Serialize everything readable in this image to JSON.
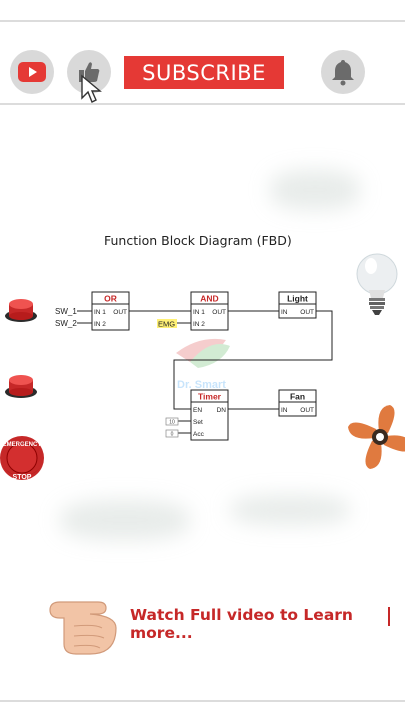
{
  "header": {
    "subscribe_label": "SUBSCRIBE",
    "icons": [
      "youtube-icon",
      "thumbs-up-icon",
      "cursor-icon",
      "bell-icon"
    ]
  },
  "diagram": {
    "title": "Function Block Diagram (FBD)",
    "inputs": {
      "sw1": "SW_1",
      "sw2": "SW_2",
      "emg": "EMG"
    },
    "blocks": {
      "or": {
        "title": "OR",
        "in1": "IN 1",
        "in2": "IN 2",
        "out": "OUT"
      },
      "and": {
        "title": "AND",
        "in1": "IN 1",
        "in2": "IN 2",
        "out": "OUT"
      },
      "light": {
        "title": "Light",
        "in": "IN",
        "out": "OUT"
      },
      "timer": {
        "title": "Timer",
        "en": "EN",
        "dn": "DN",
        "set": "Set",
        "acc": "Acc",
        "set_val": "10",
        "acc_val": "0"
      },
      "fan": {
        "title": "Fan",
        "in": "IN",
        "out": "OUT"
      }
    },
    "watermark": "Dr. Smart"
  },
  "side": {
    "emergency_top": "EMERGENCY",
    "emergency_bottom": "STOP"
  },
  "cta": {
    "text": "Watch Full video to Learn more..."
  },
  "colors": {
    "youtube_red": "#e53935",
    "block_title_red": "#c62828",
    "emg_highlight": "#fff176",
    "cta_red": "#c62828"
  }
}
